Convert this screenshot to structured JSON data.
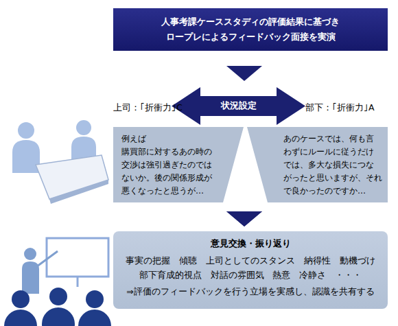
{
  "diagram": {
    "nodes": [
      {
        "text": [
          "人事考課ケーススタディの評価結果に基づき ロープレによるフィードバック面接を実演"
        ]
      },
      {
        "text": [
          "状況設定"
        ]
      },
      {
        "text": [
          "上司：｢折衝力｣C",
          "例えば 購買部に対するあの時の 交渉は強引過ぎたのでは ないか。後の関係形成が 悪くなったと思うが…"
        ]
      },
      {
        "text": [
          "部下：｢折衝力｣A",
          "あのケースでは、何も言 わずにルールに従うだけ では、多大な損失につな がったと思いますが、それ で良かったのですか…"
        ]
      },
      {
        "text": [
          "意見交換・振り返り",
          "事実の把握 傾聴 上司としてのスタンス 納得性 動機づけ 部下育成的視点 対話の雰囲気 熱意 冷静さ ・・・",
          "⇒評価のフィードバックを行う立場を実感し、認識を共有する"
        ]
      }
    ],
    "edges": [
      {
        "from": 0,
        "to": 1,
        "arrow": "to"
      },
      {
        "from": 2,
        "to": 4,
        "arrow": "to"
      },
      {
        "from": 3,
        "to": 4,
        "arrow": "to"
      }
    ]
  }
}
